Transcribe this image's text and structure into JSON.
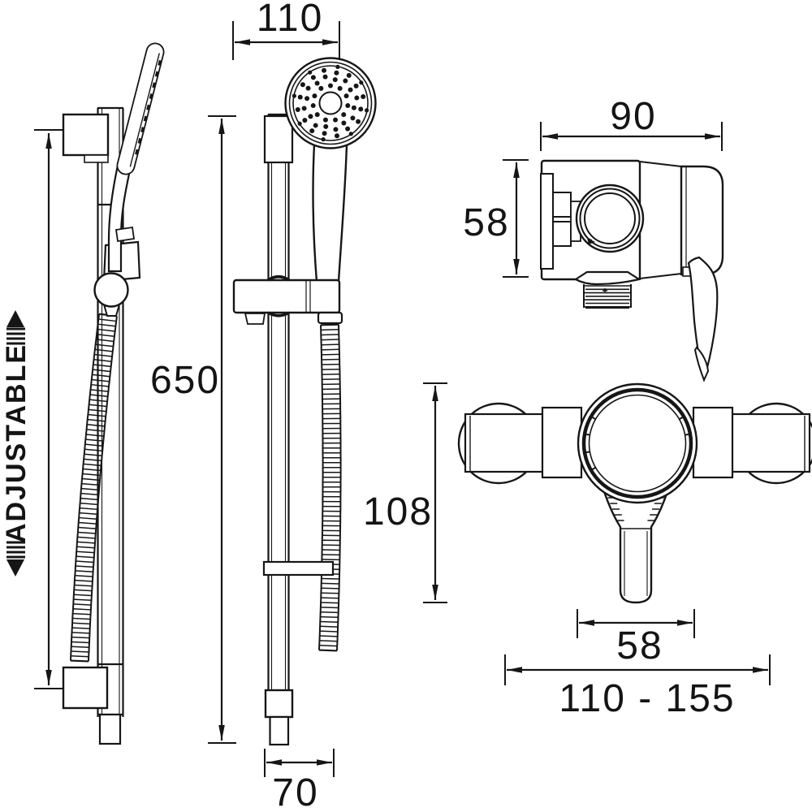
{
  "drawing": {
    "labels": {
      "adjustable": "ADJUSTABLE"
    },
    "dimensions": {
      "holder_width": "110",
      "rail_length": "650",
      "rail_base_width": "70",
      "valve_depth": "90",
      "valve_side_height": "58",
      "valve_front_height": "108",
      "valve_outlet_span": "58",
      "valve_width_range": "110 - 155"
    }
  }
}
